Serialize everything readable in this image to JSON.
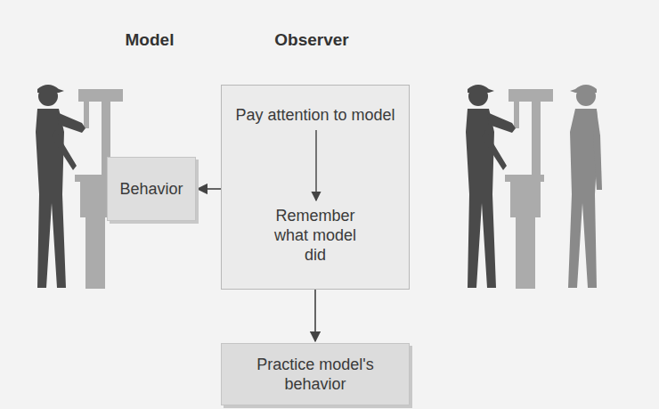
{
  "diagram": {
    "nodes": [
      {
        "text": [
          "Behavior"
        ]
      },
      {
        "text": [
          "Pay attention to model",
          "Remember what model did"
        ]
      },
      {
        "text": [
          "Practice model's behavior"
        ]
      }
    ],
    "edges": [
      {
        "from": 1,
        "to": 0,
        "arrow": "to"
      },
      {
        "from": 1,
        "to": 2,
        "arrow": "to"
      }
    ],
    "labels": [
      "Model",
      "Observer"
    ]
  }
}
